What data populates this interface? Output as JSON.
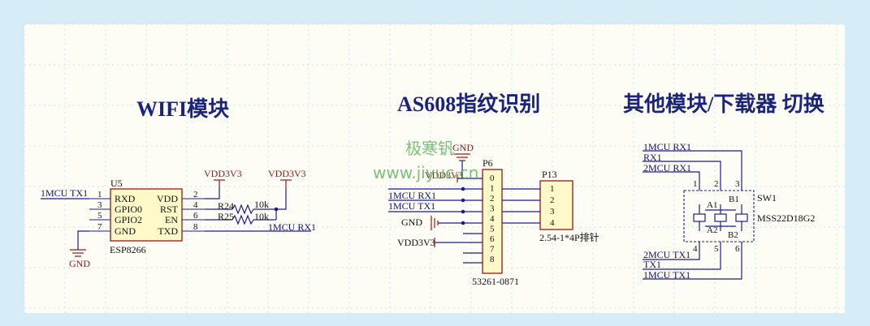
{
  "titles": {
    "wifi": "WIFI模块",
    "finger": "AS608指纹识别",
    "switch": "其他模块/下载器 切换"
  },
  "watermark": {
    "line1": "极寒钒",
    "line2": "www.jiyuc.cn"
  },
  "wifi": {
    "ref": "U5",
    "part": "ESP8266",
    "left_pins": [
      {
        "num": "1",
        "name": "RXD"
      },
      {
        "num": "3",
        "name": "GPIO0"
      },
      {
        "num": "5",
        "name": "GPIO2"
      },
      {
        "num": "7",
        "name": "GND"
      }
    ],
    "right_pins": [
      {
        "num": "2",
        "name": "VDD"
      },
      {
        "num": "4",
        "name": "RST"
      },
      {
        "num": "6",
        "name": "EN"
      },
      {
        "num": "8",
        "name": "TXD"
      }
    ],
    "net_in": "1MCU TX1",
    "net_out": "1MCU RX1",
    "gnd": "GND",
    "vdd1": "VDD3V3",
    "vdd2": "VDD3V3",
    "r1_ref": "R24",
    "r1_val": "10k",
    "r2_ref": "R25",
    "r2_val": "10k"
  },
  "finger": {
    "p6_ref": "P6",
    "p6_part": "53261-0871",
    "p6_pins": [
      "0",
      "1",
      "2",
      "3",
      "4",
      "5",
      "6",
      "7",
      "8"
    ],
    "p13_ref": "P13",
    "p13_part": "2.54-1*4P排针",
    "p13_pins": [
      "1",
      "2",
      "3",
      "4"
    ],
    "gnd_top": "GND",
    "vdd_a": "VDD3V3",
    "rx": "1MCU RX1",
    "tx": "1MCU TX1",
    "gnd_left": "GND",
    "vdd_b": "VDD3V3"
  },
  "switch": {
    "ref": "SW1",
    "part": "MSS22D18G2",
    "top_nets": [
      "1MCU RX1",
      "RX1",
      "2MCU RX1"
    ],
    "bottom_nets": [
      "2MCU TX1",
      "TX1",
      "1MCU TX1"
    ],
    "top_pins": [
      "1",
      "2",
      "3"
    ],
    "bottom_pins": [
      "4",
      "5",
      "6"
    ],
    "a1": "A1",
    "b1": "B1",
    "a2": "A2",
    "b2": "B2"
  }
}
